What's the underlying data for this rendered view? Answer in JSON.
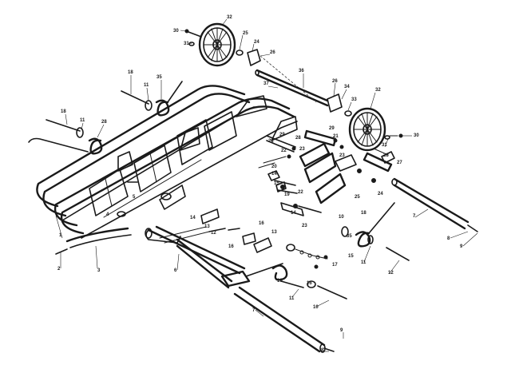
{
  "callouts": [
    {
      "label": "30"
    },
    {
      "label": "31"
    },
    {
      "label": "32"
    },
    {
      "label": "25"
    },
    {
      "label": "24"
    },
    {
      "label": "26"
    },
    {
      "label": "18"
    },
    {
      "label": "11"
    },
    {
      "label": "35"
    },
    {
      "label": "37"
    },
    {
      "label": "36"
    },
    {
      "label": "26"
    },
    {
      "label": "34"
    },
    {
      "label": "33"
    },
    {
      "label": "32"
    },
    {
      "label": "18"
    },
    {
      "label": "11"
    },
    {
      "label": "28"
    },
    {
      "label": "21"
    },
    {
      "label": "22"
    },
    {
      "label": "29"
    },
    {
      "label": "28"
    },
    {
      "label": "23"
    },
    {
      "label": "30"
    },
    {
      "label": "31"
    },
    {
      "label": "29"
    },
    {
      "label": "21"
    },
    {
      "label": "23"
    },
    {
      "label": "20"
    },
    {
      "label": "28"
    },
    {
      "label": "27"
    },
    {
      "label": "14"
    },
    {
      "label": "15"
    },
    {
      "label": "19"
    },
    {
      "label": "22"
    },
    {
      "label": "24"
    },
    {
      "label": "25"
    },
    {
      "label": "5"
    },
    {
      "label": "4"
    },
    {
      "label": "14"
    },
    {
      "label": "23"
    },
    {
      "label": "10"
    },
    {
      "label": "7"
    },
    {
      "label": "1"
    },
    {
      "label": "14"
    },
    {
      "label": "13"
    },
    {
      "label": "12"
    },
    {
      "label": "16"
    },
    {
      "label": "13"
    },
    {
      "label": "18"
    },
    {
      "label": "16"
    },
    {
      "label": "15"
    },
    {
      "label": "17"
    },
    {
      "label": "35"
    },
    {
      "label": "8"
    },
    {
      "label": "9"
    },
    {
      "label": "11"
    },
    {
      "label": "12"
    },
    {
      "label": "10"
    },
    {
      "label": "2"
    },
    {
      "label": "3"
    },
    {
      "label": "6"
    },
    {
      "label": "16"
    },
    {
      "label": "11"
    },
    {
      "label": "10"
    },
    {
      "label": "7"
    },
    {
      "label": "9"
    },
    {
      "label": "8"
    }
  ]
}
